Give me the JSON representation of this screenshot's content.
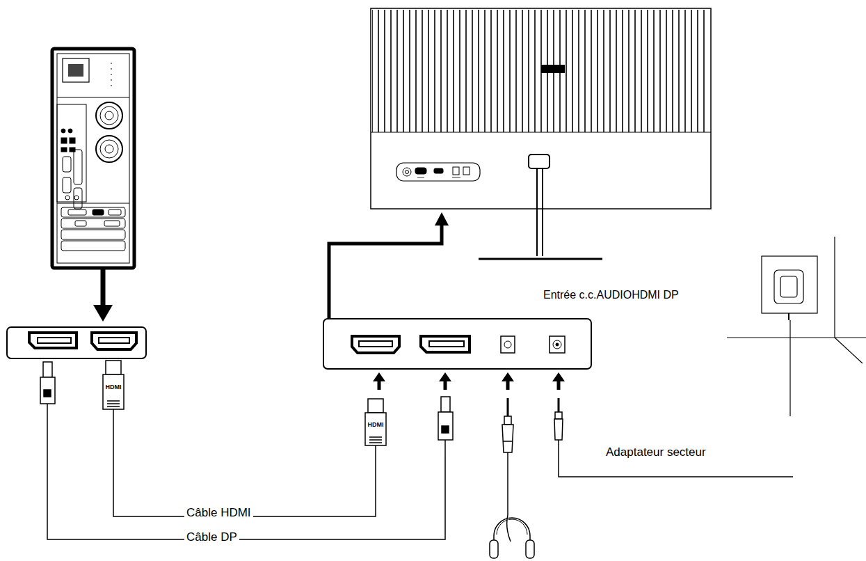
{
  "diagram": {
    "labels": [
      "HDMI",
      "Entrée c.c.AUDIOHDMI DP",
      "HDMI",
      "Adaptateur secteur",
      "Câble HDMI",
      "Câble DP"
    ]
  }
}
